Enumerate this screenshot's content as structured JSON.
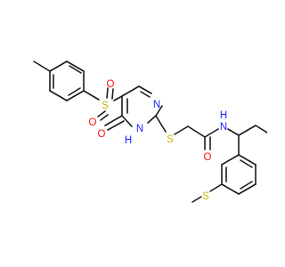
{
  "molecule": {
    "colors": {
      "carbon_bond": "#1a1a1a",
      "sulfur": "#c8b400",
      "oxygen": "#ff0d0d",
      "nitrogen": "#2020ff",
      "background": "#ffffff"
    },
    "atom_labels": {
      "sulfonyl_s": "S",
      "sulfonyl_o1": "O",
      "sulfonyl_o2": "O",
      "thioether_s": "S",
      "methylthio_s": "S",
      "carbonyl_o_ring": "O",
      "carbonyl_o_amide": "O",
      "ring_n3": "N",
      "ring_n1h": "N",
      "ring_n1h_h": "H",
      "amide_nh": "N",
      "amide_nh_h": "H"
    }
  }
}
